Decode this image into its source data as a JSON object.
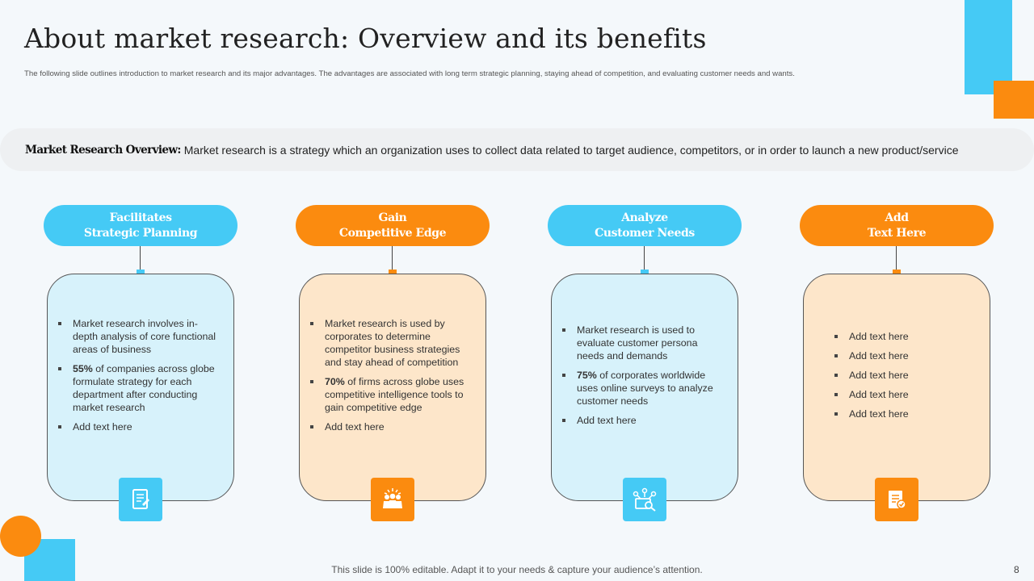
{
  "header": {
    "title": "About market research: Overview and its benefits",
    "subtitle": "The following slide outlines introduction to market research and its major advantages. The advantages are associated with long term strategic planning, staying ahead of competition, and evaluating customer needs and wants."
  },
  "overview": {
    "label": "Market Research Overview:",
    "text": "Market research is a strategy which an organization uses to collect data related to target audience, competitors, or in order to launch a new product/service"
  },
  "colors": {
    "blue": "#45caf5",
    "orange": "#fb8b0f",
    "light_blue": "#d7f2fb",
    "light_orange": "#fde6ca"
  },
  "columns": [
    {
      "title_line1": "Facilitates",
      "title_line2": "Strategic Planning",
      "icon": "strategy-document-icon",
      "bullets": [
        {
          "bold": "",
          "text": "Market research involves in-depth analysis of core functional areas of business"
        },
        {
          "bold": "55%",
          "text": " of companies across globe formulate strategy for each department after conducting market research"
        },
        {
          "bold": "",
          "text": "Add text here"
        }
      ]
    },
    {
      "title_line1": "Gain",
      "title_line2": "Competitive Edge",
      "icon": "team-success-icon",
      "bullets": [
        {
          "bold": "",
          "text": "Market research is used by corporates to determine competitor business strategies and stay ahead of competition"
        },
        {
          "bold": "70%",
          "text": " of firms across globe uses competitive intelligence tools to gain competitive edge"
        },
        {
          "bold": "",
          "text": "Add text here"
        }
      ]
    },
    {
      "title_line1": "Analyze",
      "title_line2": "Customer Needs",
      "icon": "customer-analysis-icon",
      "bullets": [
        {
          "bold": "",
          "text": "Market research is used to evaluate customer persona needs and demands"
        },
        {
          "bold": "75%",
          "text": " of corporates worldwide uses online surveys to analyze customer needs"
        },
        {
          "bold": "",
          "text": "Add text here"
        }
      ]
    },
    {
      "title_line1": "Add",
      "title_line2": "Text Here",
      "icon": "report-checklist-icon",
      "bullets": [
        {
          "bold": "",
          "text": "Add text here"
        },
        {
          "bold": "",
          "text": "Add text here"
        },
        {
          "bold": "",
          "text": "Add text here"
        },
        {
          "bold": "",
          "text": "Add text here"
        },
        {
          "bold": "",
          "text": "Add text here"
        }
      ]
    }
  ],
  "footer": {
    "text": "This slide is 100% editable. Adapt it to your needs & capture your audience’s attention.",
    "page_number": "8"
  }
}
